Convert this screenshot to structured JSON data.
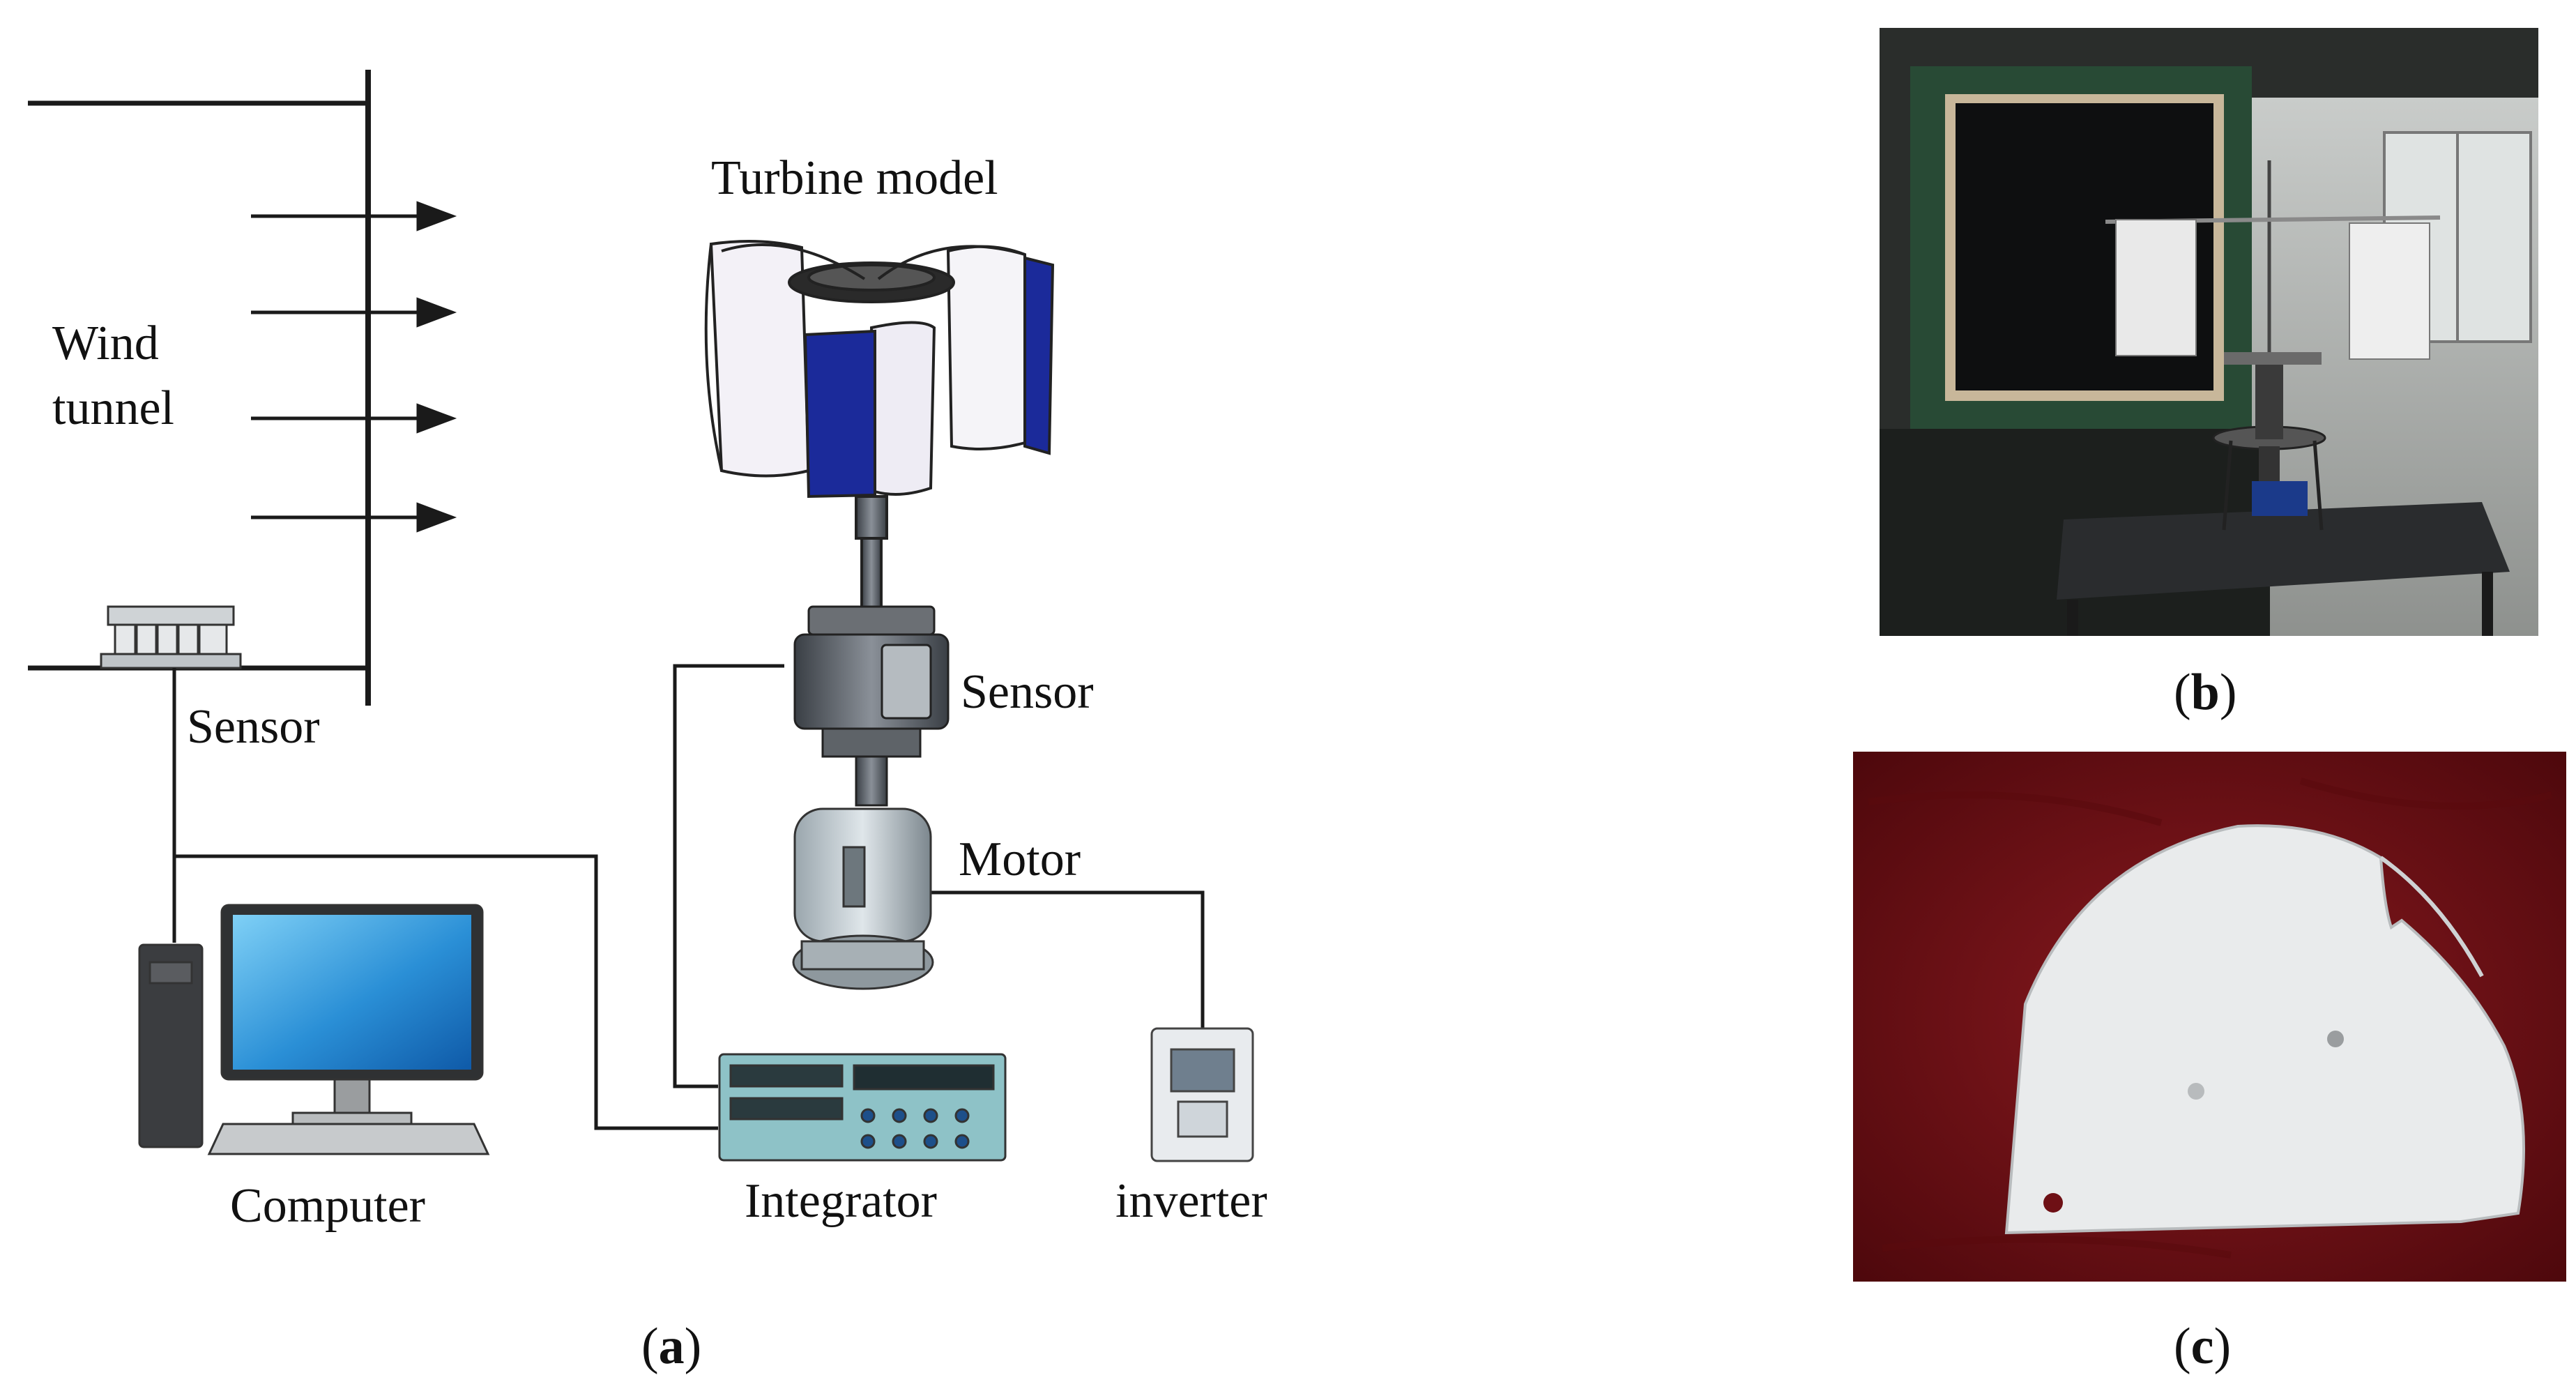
{
  "panel_a": {
    "labels": {
      "turbine_model": "Turbine model",
      "wind_tunnel_line1": "Wind",
      "wind_tunnel_line2": "tunnel",
      "sensor_left": "Sensor",
      "sensor_right": "Sensor",
      "motor": "Motor",
      "computer": "Computer",
      "integrator": "Integrator",
      "inverter": "inverter"
    },
    "caption_open": "(",
    "caption_letter": "a",
    "caption_close": ")"
  },
  "panel_b": {
    "caption_open": "(",
    "caption_letter": "b",
    "caption_close": ")"
  },
  "panel_c": {
    "caption_open": "(",
    "caption_letter": "c",
    "caption_close": ")"
  },
  "colors": {
    "line": "#1a1a1a",
    "blade_blue": "#1b2a9a",
    "blade_white": "#f2f0f6",
    "monitor_blue": "#2a8fd6",
    "photo_dark": "#1c1f1d",
    "tunnel_green": "#284a35",
    "fabric_red": "#6e1015",
    "blade_section": "#e9ebec"
  }
}
